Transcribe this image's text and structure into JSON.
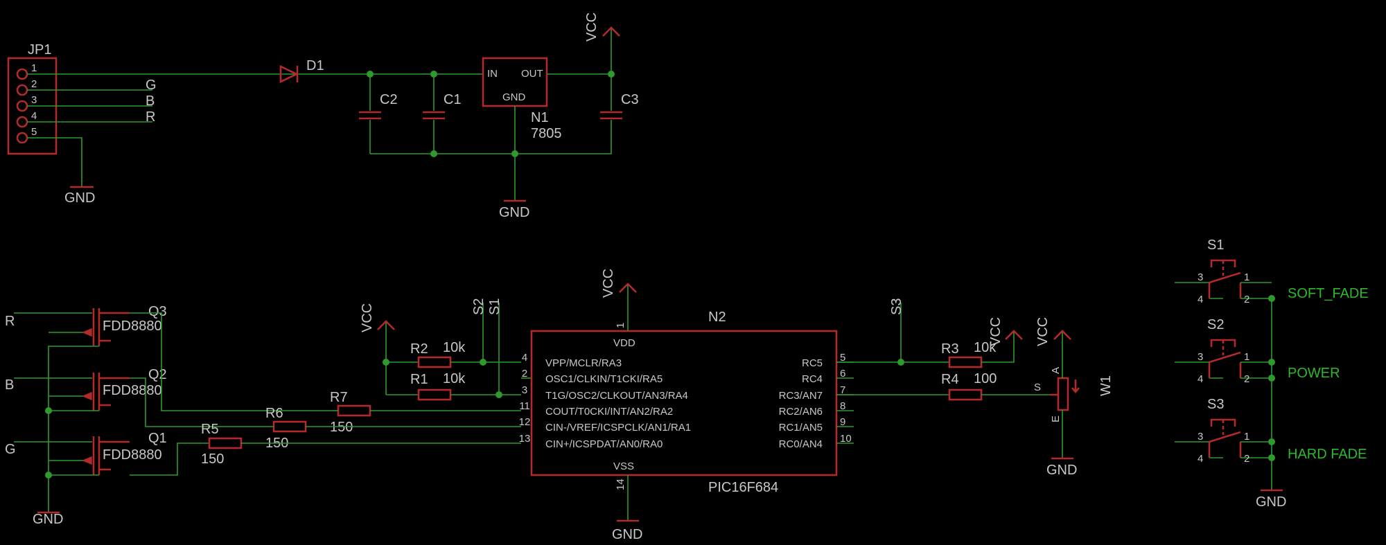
{
  "jp1": {
    "name": "JP1",
    "pins": [
      "1",
      "2",
      "3",
      "4",
      "5"
    ]
  },
  "gnd": "GND",
  "vcc": "VCC",
  "nets": {
    "g": "G",
    "b": "B",
    "r": "R",
    "s1": "S1",
    "s2": "S2",
    "s3": "S3"
  },
  "d1": "D1",
  "caps": {
    "c1": "C1",
    "c2": "C2",
    "c3": "C3"
  },
  "n1": {
    "name": "N1",
    "value": "7805",
    "in": "IN",
    "out": "OUT",
    "gnd": "GND"
  },
  "fets": {
    "q1": "Q1",
    "q2": "Q2",
    "q3": "Q3",
    "part": "FDD8880"
  },
  "res": {
    "r1": {
      "name": "R1",
      "value": "10k"
    },
    "r2": {
      "name": "R2",
      "value": "10k"
    },
    "r3": {
      "name": "R3",
      "value": "10k"
    },
    "r4": {
      "name": "R4",
      "value": "100"
    },
    "r5": {
      "name": "R5",
      "value": "150"
    },
    "r6": {
      "name": "R6",
      "value": "150"
    },
    "r7": {
      "name": "R7",
      "value": "150"
    }
  },
  "n2": {
    "name": "N2",
    "part": "PIC16F684",
    "vdd": "VDD",
    "vss": "VSS",
    "pin_vdd": "1",
    "pin_vss": "14",
    "left": [
      {
        "num": "4",
        "label": "VPP/MCLR/RA3"
      },
      {
        "num": "2",
        "label": "OSC1/CLKIN/T1CKI/RA5"
      },
      {
        "num": "3",
        "label": "T1G/OSC2/CLKOUT/AN3/RA4"
      },
      {
        "num": "11",
        "label": "COUT/T0CKI/INT/AN2/RA2"
      },
      {
        "num": "12",
        "label": "CIN-/VREF/ICSPCLK/AN1/RA1"
      },
      {
        "num": "13",
        "label": "CIN+/ICSPDAT/AN0/RA0"
      }
    ],
    "right": [
      {
        "num": "5",
        "label": "RC5"
      },
      {
        "num": "6",
        "label": "RC4"
      },
      {
        "num": "7",
        "label": "RC3/AN7"
      },
      {
        "num": "8",
        "label": "RC2/AN6"
      },
      {
        "num": "9",
        "label": "RC1/AN5"
      },
      {
        "num": "10",
        "label": "RC0/AN4"
      }
    ]
  },
  "w1": {
    "name": "W1",
    "a": "A",
    "s": "S",
    "e": "E"
  },
  "switches": {
    "s1": "S1",
    "s2": "S2",
    "s3": "S3",
    "p1": "1",
    "p2": "2",
    "p3": "3",
    "p4": "4"
  },
  "switch_nets": {
    "soft": "SOFT_FADE",
    "power": "POWER",
    "hard": "HARD FADE"
  }
}
